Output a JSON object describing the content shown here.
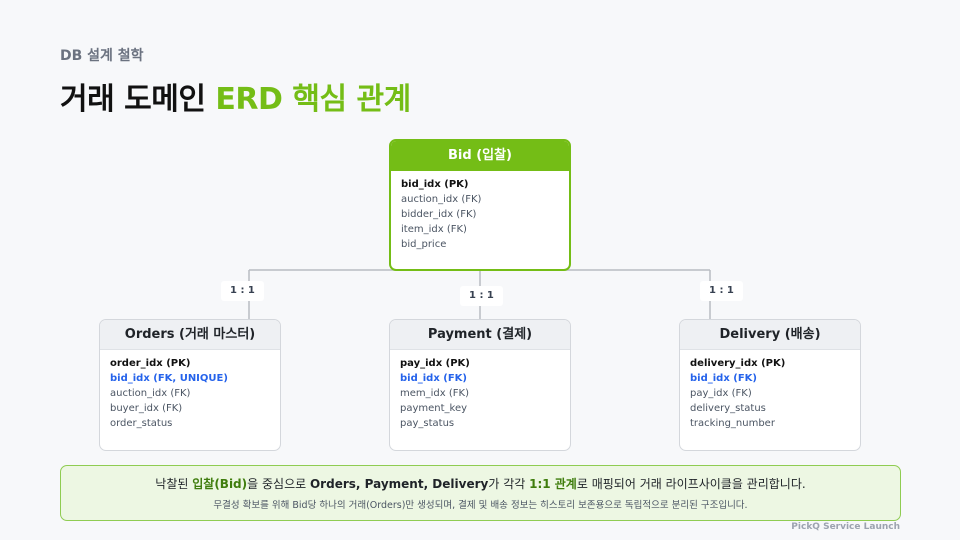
{
  "header": {
    "kicker": "DB 설계 철학",
    "title_prefix": "거래 도메인",
    "title_highlight": "ERD 핵심 관계"
  },
  "entities": {
    "bid": {
      "name": "Bid (입찰)",
      "fields": [
        {
          "text": "bid_idx (PK)",
          "kind": "pk"
        },
        {
          "text": "auction_idx (FK)",
          "kind": "normal"
        },
        {
          "text": "bidder_idx (FK)",
          "kind": "normal"
        },
        {
          "text": "item_idx (FK)",
          "kind": "normal"
        },
        {
          "text": "bid_price",
          "kind": "normal"
        }
      ]
    },
    "orders": {
      "name": "Orders (거래 마스터)",
      "fields": [
        {
          "text": "order_idx (PK)",
          "kind": "pk"
        },
        {
          "text": "bid_idx (FK, UNIQUE)",
          "kind": "fk"
        },
        {
          "text": "auction_idx (FK)",
          "kind": "normal"
        },
        {
          "text": "buyer_idx (FK)",
          "kind": "normal"
        },
        {
          "text": "order_status",
          "kind": "normal"
        }
      ]
    },
    "payment": {
      "name": "Payment (결제)",
      "fields": [
        {
          "text": "pay_idx (PK)",
          "kind": "pk"
        },
        {
          "text": "bid_idx (FK)",
          "kind": "fk"
        },
        {
          "text": "mem_idx (FK)",
          "kind": "normal"
        },
        {
          "text": "payment_key",
          "kind": "normal"
        },
        {
          "text": "pay_status",
          "kind": "normal"
        }
      ]
    },
    "delivery": {
      "name": "Delivery (배송)",
      "fields": [
        {
          "text": "delivery_idx (PK)",
          "kind": "pk"
        },
        {
          "text": "bid_idx (FK)",
          "kind": "fk"
        },
        {
          "text": "pay_idx (FK)",
          "kind": "normal"
        },
        {
          "text": "delivery_status",
          "kind": "normal"
        },
        {
          "text": "tracking_number",
          "kind": "normal"
        }
      ]
    }
  },
  "relations": {
    "orders_ratio": "1 : 1",
    "payment_ratio": "1 : 1",
    "delivery_ratio": "1 : 1"
  },
  "summary": {
    "main_1": "낙찰된 ",
    "main_2": "입찰(Bid)",
    "main_3": "을 중심으로 ",
    "main_4": "Orders, Payment, Delivery",
    "main_5": "가 각각 ",
    "main_6": "1:1 관계",
    "main_7": "로 매핑되어 거래 라이프사이클을 관리합니다.",
    "sub": "무결성 확보를 위해 Bid당 하나의 거래(Orders)만 생성되며, 결제 및 배송 정보는 히스토리 보존용으로 독립적으로 분리된 구조입니다."
  },
  "footer": "PickQ Service Launch",
  "colors": {
    "accent": "#74bd16",
    "fk_blue": "#2563eb",
    "connector": "#b8bcc2"
  }
}
